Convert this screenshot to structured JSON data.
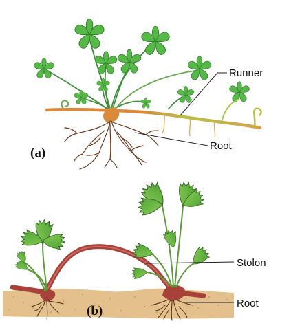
{
  "panel_a": {
    "label": "(a)",
    "callouts": {
      "runner": "Runner",
      "root": "Root"
    }
  },
  "panel_b": {
    "label": "(b)",
    "callouts": {
      "stolon": "Stolon",
      "root": "Root"
    }
  },
  "colors": {
    "leaf_green": "#56b947",
    "leaf_dark": "#2f7d2a",
    "leaf_light": "#a8d87a",
    "runner_orange": "#d98a3a",
    "runner_green": "#a7c64a",
    "root_brown": "#6b3a1e",
    "stolon_red": "#a8413a",
    "soil": "#e3c08c",
    "soil_dot": "#b48a55"
  }
}
